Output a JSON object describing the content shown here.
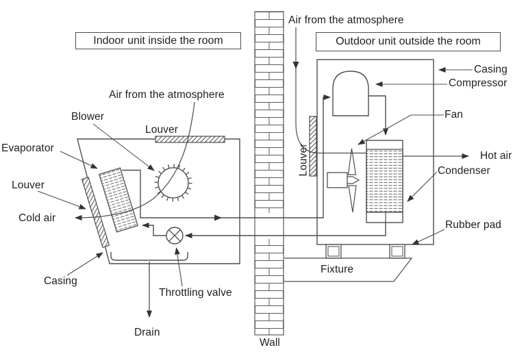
{
  "diagram": {
    "title_boxes": {
      "indoor": "Indoor unit inside the room",
      "outdoor": "Outdoor unit outside the room"
    },
    "labels": {
      "air_atmosphere_left": "Air from the atmosphere",
      "blower": "Blower",
      "louver_top": "Louver",
      "evaporator": "Evaporator",
      "louver_left": "Louver",
      "cold_air": "Cold air",
      "casing_indoor": "Casing",
      "throttling_valve": "Throttling valve",
      "drain": "Drain",
      "air_atmosphere_right": "Air from the atmosphere",
      "casing_outdoor": "Casing",
      "compressor": "Compressor",
      "fan": "Fan",
      "hot_air": "Hot air",
      "condenser": "Condenser",
      "rubber_pad": "Rubber pad",
      "louver_outdoor": "Louver",
      "fixture": "Fixture",
      "wall": "Wall"
    },
    "colors": {
      "line": "#4d4d4d",
      "arrow": "#333333",
      "text": "#1e1e1e",
      "background": "#ffffff"
    }
  }
}
